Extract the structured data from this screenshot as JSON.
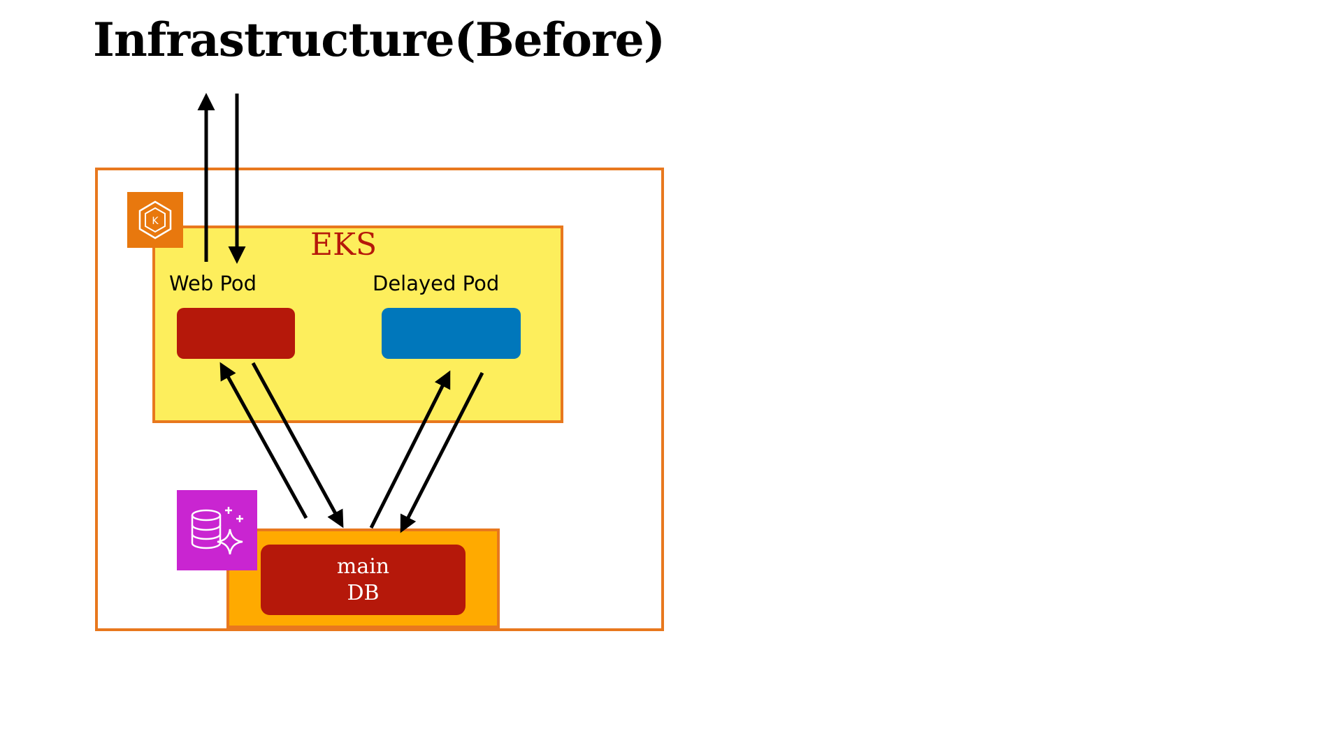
{
  "title": "Infrastructure(Before)",
  "eks": {
    "label": "EKS",
    "icon": "eks-kubernetes-icon",
    "web_pod_label": "Web Pod",
    "delayed_pod_label": "Delayed Pod"
  },
  "db": {
    "line1": "main",
    "line2": "DB",
    "icon": "aurora-database-icon"
  },
  "colors": {
    "outer_border": "#E8781E",
    "eks_background": "#FDEE5C",
    "eks_text": "#B5180A",
    "web_pod": "#B5180A",
    "delayed_pod": "#0077BB",
    "db_container": "#FFAA00",
    "db_inner": "#B5180A",
    "eks_icon_bg": "#E8780E",
    "db_icon_bg": "#C925D1"
  }
}
